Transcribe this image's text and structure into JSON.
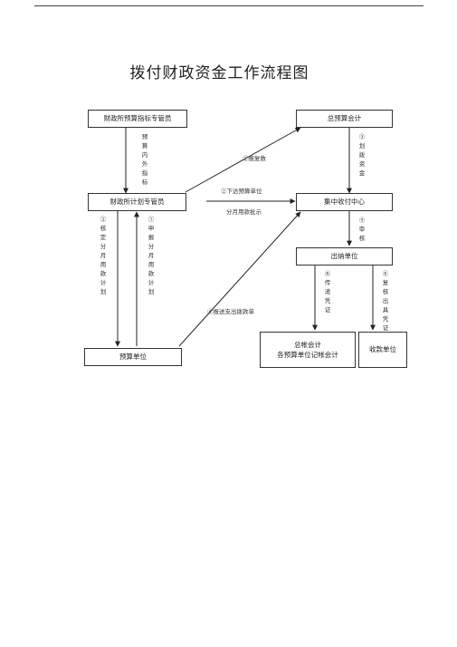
{
  "title": "拨付财政资金工作流程图",
  "nodes": {
    "budget_manager": "财政所预算指标专管员",
    "chief_accountant": "总预算会计",
    "plan_manager": "财政所计划专管员",
    "central_payment": "集中收付中心",
    "cashier_unit": "出纳单位",
    "budget_unit": "预算单位",
    "general_accountant_line1": "总帐会计",
    "general_accountant_line2": "各预算单位记帐会计",
    "receiving_unit": "收款单位"
  },
  "edges": {
    "budget_internal_external": "预算内外指标",
    "step2_report": "②报复数",
    "step3_allocate": "③划拨资金",
    "step2_notify_line1": "②下达预算单位",
    "step2_notify_line2": "分月用款批示",
    "step2_approve": "②核定分月用款计划",
    "step1_apply": "①申报分月用款计划",
    "step5_review": "⑤审核",
    "step4_submit": "④报送支出拨款单",
    "step6_voucher": "⑥传递凭证",
    "step6_reissue": "⑥复核出具凭证"
  }
}
